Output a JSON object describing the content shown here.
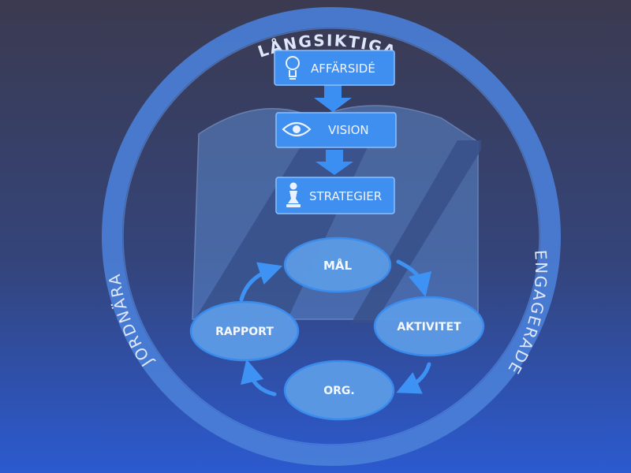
{
  "ring": {
    "top_label": "LÅNGSIKTIGA",
    "left_label": "JORDNÄRA",
    "right_label": "ENGAGERADE"
  },
  "flow": {
    "idea": "AFFÄRSIDÉ",
    "vision": "VISION",
    "strategy": "STRATEGIER"
  },
  "cycle": {
    "goal": "MÅL",
    "activity": "AKTIVITET",
    "organization": "ORG.",
    "report": "RAPPORT"
  },
  "colors": {
    "background_top": "#3a3a52",
    "background_bottom": "#2a58c8",
    "ring": "#4f86dc",
    "box_fill": "#3f8ff0",
    "ellipse_fill": "#5d9be6",
    "arrow": "#3a8ef2"
  }
}
